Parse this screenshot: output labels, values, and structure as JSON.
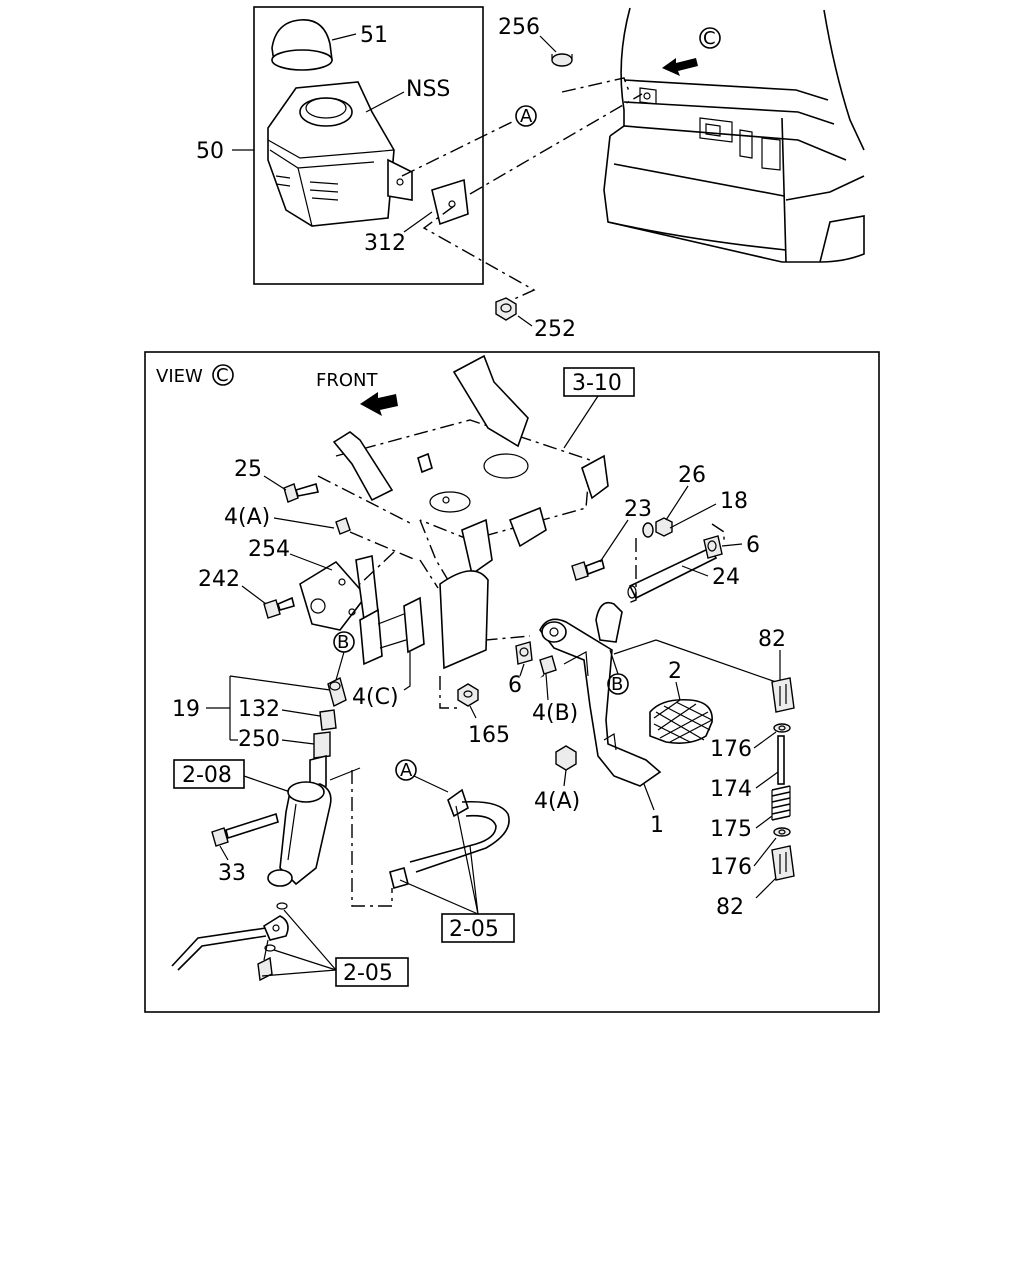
{
  "labels": {
    "p51": "51",
    "nss": "NSS",
    "p50": "50",
    "p312": "312",
    "p252": "252",
    "p256": "256",
    "view_c": "VIEW",
    "front": "FRONT",
    "ref_3_10": "3-10",
    "p25": "25",
    "p4a_top": "4(A)",
    "p254": "254",
    "p242": "242",
    "p23": "23",
    "p26": "26",
    "p18": "18",
    "p6_right": "6",
    "p24": "24",
    "p82_top": "82",
    "p2": "2",
    "p6_mid": "6",
    "p4b": "4(B)",
    "p4c": "4(C)",
    "p165": "165",
    "p19": "19",
    "p132": "132",
    "p250": "250",
    "ref_2_08": "2-08",
    "p33": "33",
    "p4a_bottom": "4(A)",
    "p1": "1",
    "p176_top": "176",
    "p174": "174",
    "p175": "175",
    "p176_bottom": "176",
    "p82_bottom": "82",
    "ref_2_05_mid": "2-05",
    "ref_2_05_bottom": "2-05"
  },
  "markers": {
    "a": "A",
    "b": "B",
    "c": "C"
  }
}
